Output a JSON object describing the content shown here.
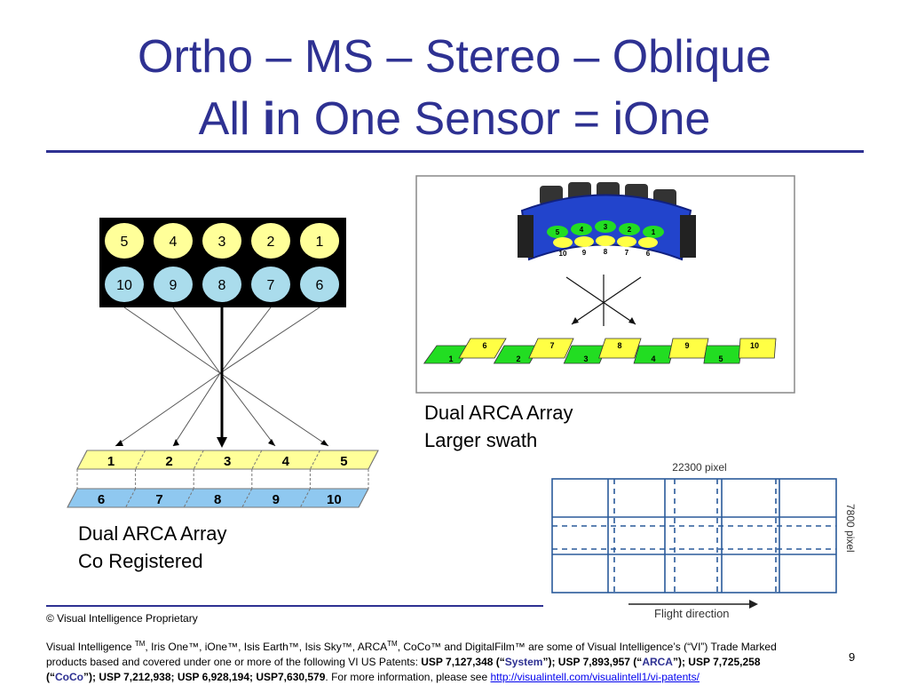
{
  "title": {
    "line1": "Ortho – MS – Stereo – Oblique",
    "line2_a": "All ",
    "line2_bold": "i",
    "line2_b": "n One Sensor = iOne"
  },
  "left_diagram": {
    "top_row": [
      "5",
      "4",
      "3",
      "2",
      "1"
    ],
    "bottom_row": [
      "10",
      "9",
      "8",
      "7",
      "6"
    ],
    "strip_top": [
      "1",
      "2",
      "3",
      "4",
      "5"
    ],
    "strip_bottom": [
      "6",
      "7",
      "8",
      "9",
      "10"
    ],
    "caption_line1": "Dual ARCA Array",
    "caption_line2": "Co Registered"
  },
  "right_diagram": {
    "lens_top": [
      "5",
      "4",
      "3",
      "2",
      "1"
    ],
    "lens_bottom": [
      "10",
      "9",
      "8",
      "7",
      "6"
    ],
    "strip_green": [
      "1",
      "2",
      "3",
      "4",
      "5"
    ],
    "strip_yellow": [
      "6",
      "7",
      "8",
      "9",
      "10"
    ],
    "caption_line1": "Dual ARCA Array",
    "caption_line2": "Larger swath"
  },
  "grid_diagram": {
    "width_label": "22300 pixel",
    "height_label": "7800 pixel",
    "arrow_label": "Flight direction"
  },
  "colors": {
    "brand": "#2e3192",
    "yellow": "#ffff99",
    "light_blue": "#aadcec",
    "strip_blue": "#8fc8f0",
    "green": "#22dd22",
    "yellow_strip": "#ffff44"
  },
  "footer": {
    "proprietary": "© Visual Intelligence Proprietary",
    "l1_a": "Visual Intelligence ",
    "tm": "TM",
    "l1_b": ", Iris One™, iOne™,  Isis Earth™, Isis Sky™, ARCA",
    "l1_c": ", CoCo™ and DigitalFilm™ are some of Visual Intelligence’s (“VI”) Trade Marked",
    "l2_a": "products based and covered under one or more of the following VI US Patents: ",
    "p1": "USP 7,127,348 (“",
    "p1b": "System",
    "p1c": "”); USP 7,893,957 (“",
    "p1d": "ARCA",
    "p1e": "”); USP  7,725,258",
    "l3_a": "(“",
    "l3_b": "CoCo",
    "l3_c": "”); USP 7,212,938; USP 6,928,194; USP7,630,579",
    "l3_d": ". For more information, please see ",
    "link": "http://visualintell.com/visualintell1/vi-patents/",
    "page_number": "9"
  }
}
